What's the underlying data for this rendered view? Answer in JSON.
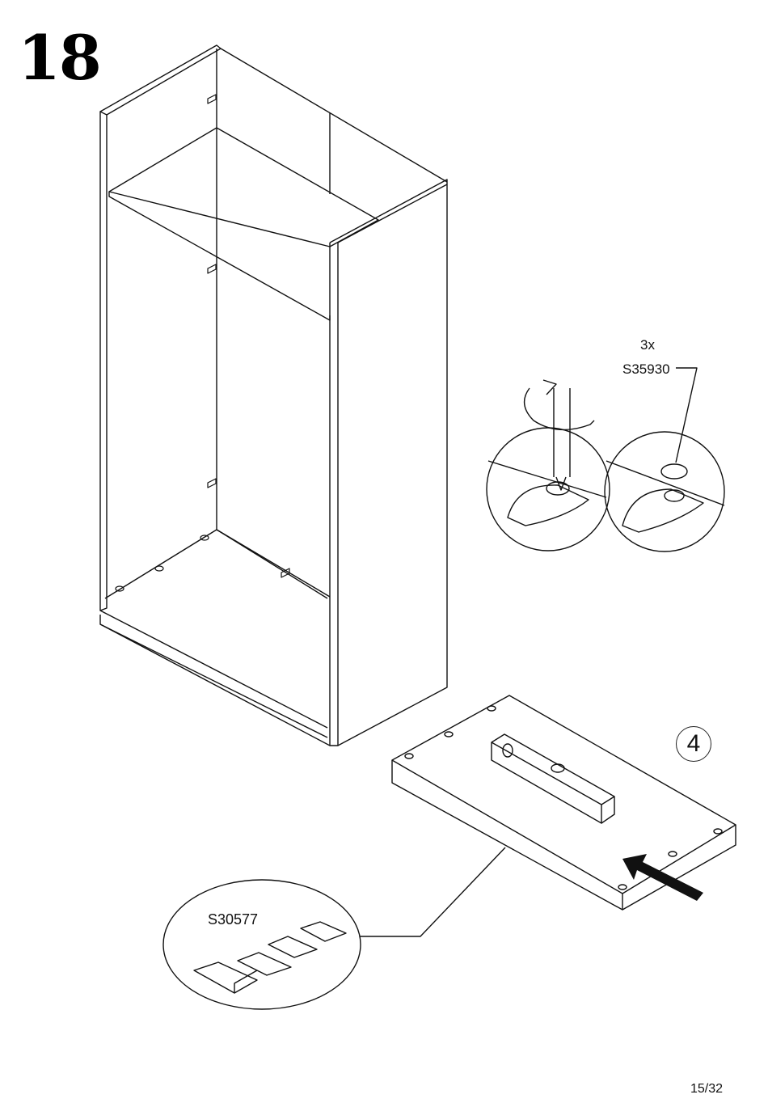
{
  "step": {
    "number": "18"
  },
  "callouts": {
    "adjuster_qty": "3x",
    "adjuster_code": "S35930",
    "wedge_code": "S30577",
    "panel_id": "4"
  },
  "footer": {
    "page": "15/32"
  },
  "icons": [
    "wardrobe-carcass-drawing",
    "rotate-arrow-icon",
    "screwdriver-icon",
    "level-tool-icon",
    "push-arrow-icon",
    "wedge-shims-icon"
  ]
}
